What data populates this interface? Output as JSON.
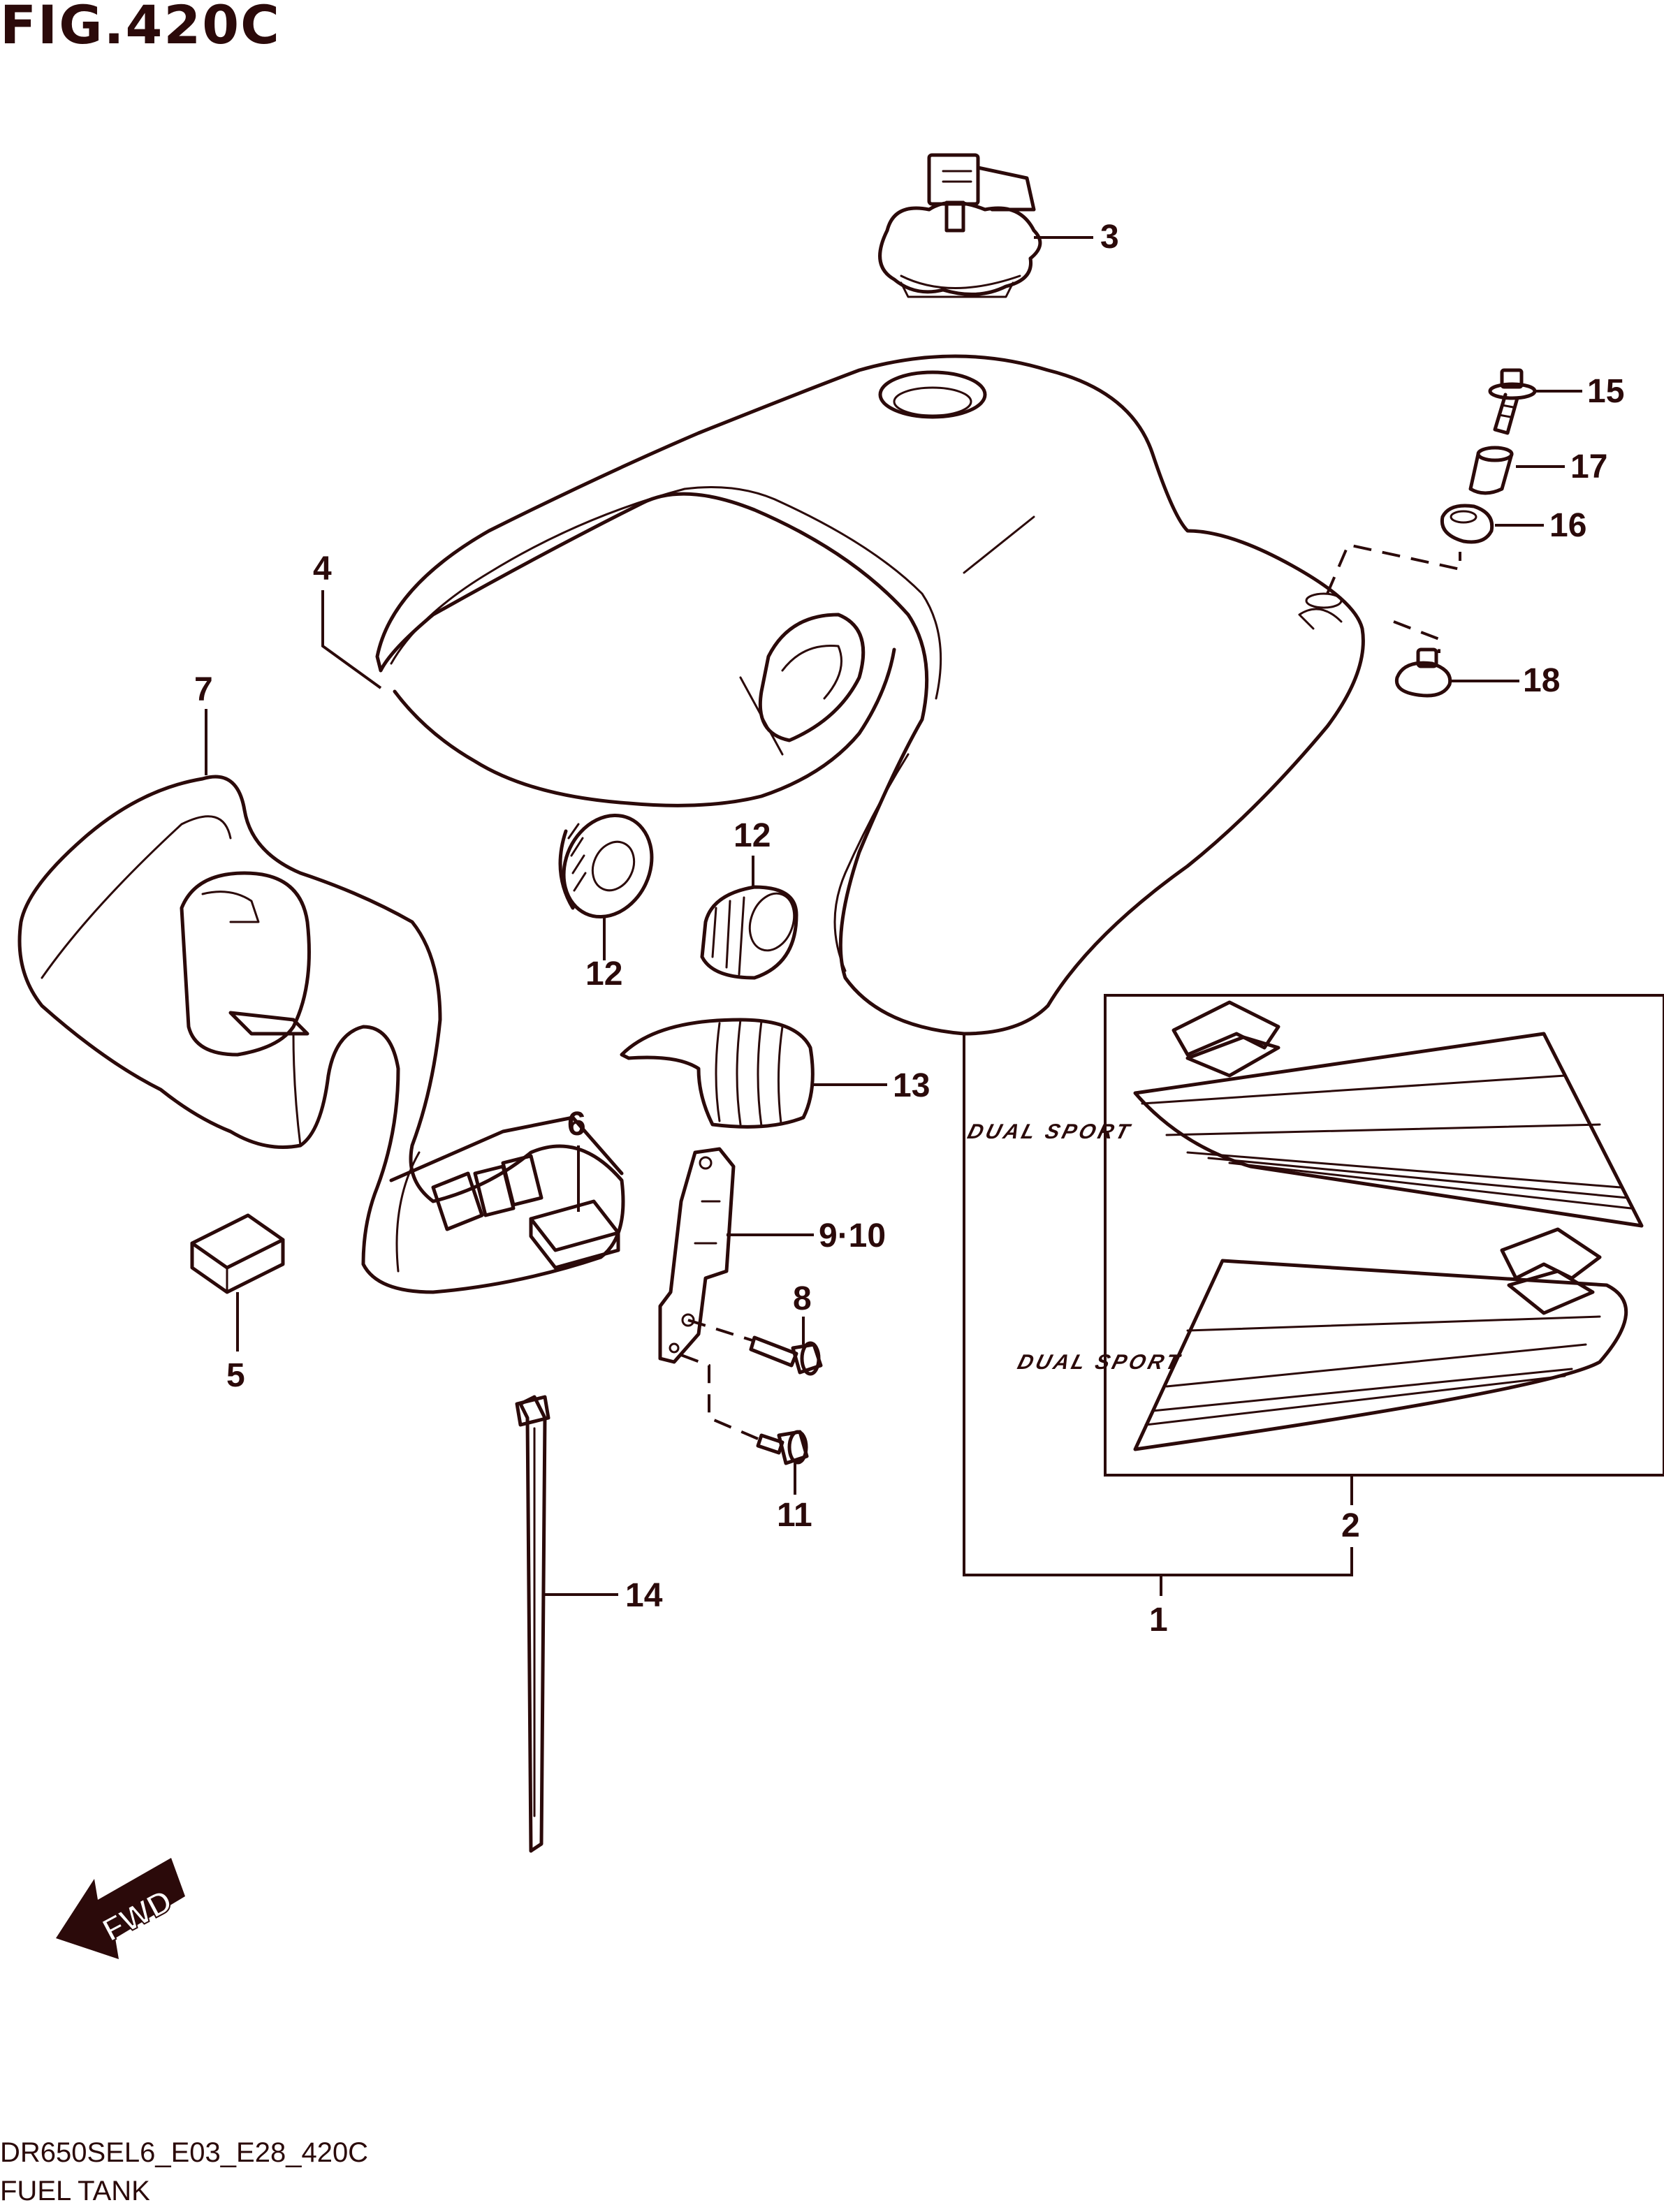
{
  "figure": {
    "title": "FIG.420C",
    "model_code": "DR650SEL6_E03_E28_420C",
    "caption": "FUEL TANK"
  },
  "callouts": {
    "c1": "1",
    "c2": "2",
    "c3": "3",
    "c4": "4",
    "c5": "5",
    "c6": "6",
    "c7": "7",
    "c8": "8",
    "c9_10": "9·10",
    "c11": "11",
    "c12a": "12",
    "c12b": "12",
    "c13": "13",
    "c14": "14",
    "c15": "15",
    "c16": "16",
    "c17": "17",
    "c18": "18"
  },
  "emblem": {
    "decal_text_upper": "DUAL SPORT",
    "decal_text_lower": "DUAL SPORT",
    "fwd_label": "FWD"
  },
  "colors": {
    "line": "#2b0a0a",
    "background": "#ffffff"
  }
}
